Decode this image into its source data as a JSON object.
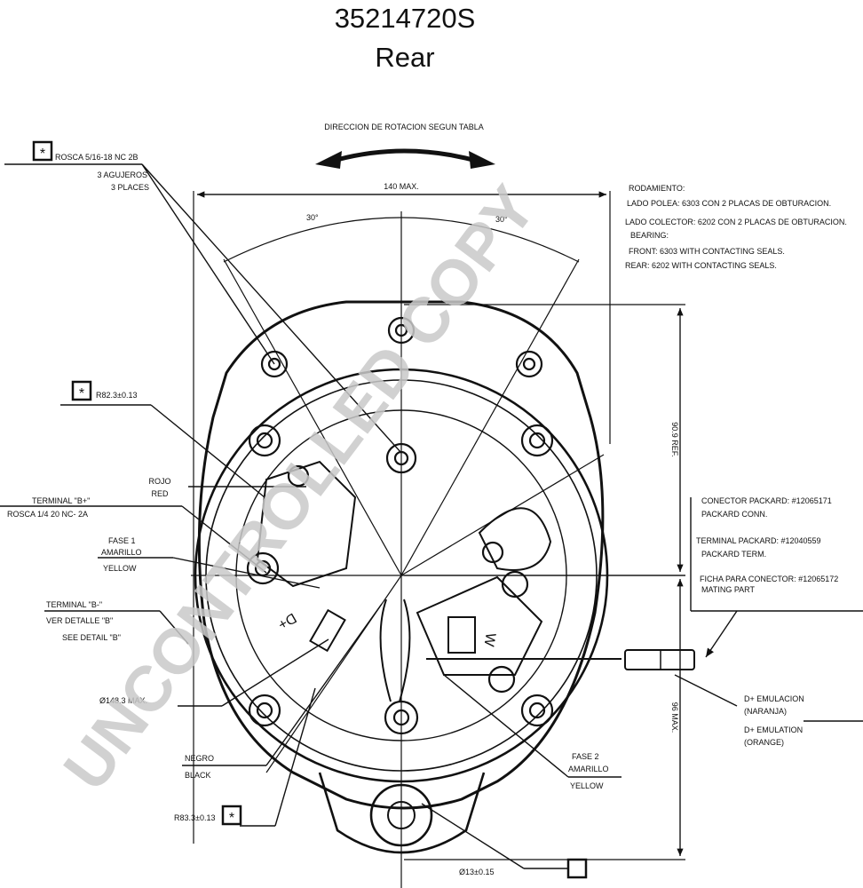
{
  "header": {
    "part_number": "35214720S",
    "view": "Rear"
  },
  "watermark": "UNCONTROLLED COPY",
  "rotation_note": "DIRECCION DE ROTACION SEGUN TABLA",
  "dimensions": {
    "max_width": "140 MAX.",
    "angle_left": "30°",
    "angle_right": "30°",
    "ref_height": "90.9 REF.",
    "max_height": "96 MAX.",
    "r_upper": "R82.3±0.13",
    "r_lower": "R83.3±0.13",
    "diameter_body": "Ø148.3 MAX.",
    "diameter_hole": "Ø13±0.15"
  },
  "callouts": {
    "thread": "ROSCA 5/16-18 NC 2B",
    "holes_es": "3 AGUJEROS",
    "holes_en": "3 PLACES",
    "rojo": "ROJO",
    "red": "RED",
    "terminal_b_plus": "TERMINAL \"B+\"",
    "rosca_b_plus": "ROSCA 1/4 20 NC- 2A",
    "fase1": "FASE 1",
    "amarillo1": "AMARILLO",
    "yellow1": "YELLOW",
    "terminal_b_minus": "TERMINAL \"B-\"",
    "ver_detalle": "VER DETALLE \"B\"",
    "see_detail": "SEE DETAIL \"B\"",
    "negro": "NEGRO",
    "black": "BLACK",
    "fase2": "FASE 2",
    "amarillo2": "AMARILLO",
    "yellow2": "YELLOW",
    "d_emul_es": "D+ EMULACION",
    "d_emul_es_color": "(NARANJA)",
    "d_emul_en": "D+ EMULATION",
    "d_emul_en_color": "(ORANGE)",
    "symbol": "*"
  },
  "bearing_notes": [
    "RODAMIENTO:",
    "LADO POLEA: 6303 CON 2 PLACAS DE OBTURACION.",
    "LADO COLECTOR: 6202 CON 2 PLACAS DE OBTURACION.",
    "BEARING:",
    "FRONT: 6303 WITH CONTACTING SEALS.",
    "REAR: 6202 WITH CONTACTING SEALS."
  ],
  "packard_notes": [
    "CONECTOR PACKARD: #12065171",
    "PACKARD CONN.",
    "TERMINAL PACKARD: #12040559",
    "PACKARD TERM.",
    "FICHA PARA CONECTOR: #12065172",
    "MATING PART"
  ],
  "terminal_marks": {
    "d_plus": "D+",
    "w": "W"
  }
}
